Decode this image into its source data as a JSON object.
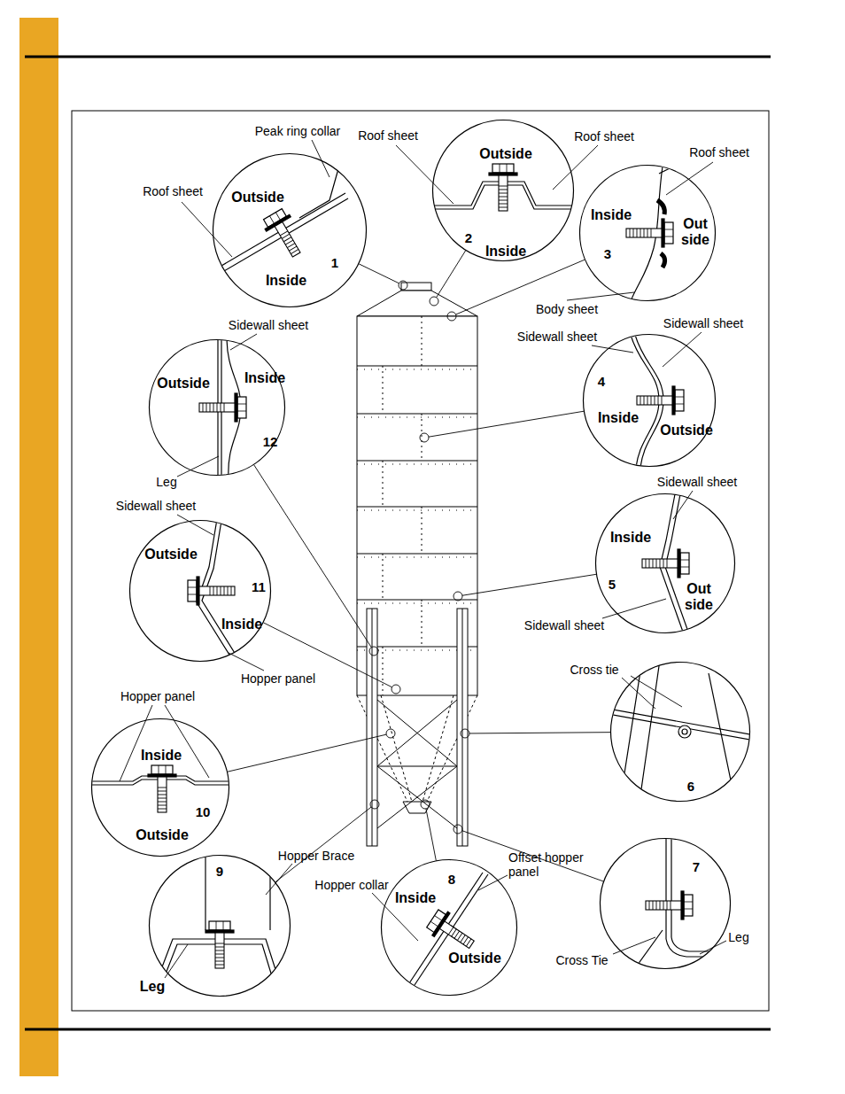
{
  "diagram": {
    "nodes": [
      {
        "text": [
          "Outside",
          "Inside",
          "1"
        ]
      },
      {
        "text": [
          "Outside",
          "2",
          "Inside"
        ]
      },
      {
        "text": [
          "Inside",
          "Out side",
          "3"
        ]
      },
      {
        "text": [
          "Outside",
          "Inside",
          "12"
        ]
      },
      {
        "text": [
          "4",
          "Inside",
          "Outside"
        ]
      },
      {
        "text": [
          "Outside",
          "11",
          "Inside"
        ]
      },
      {
        "text": [
          "Inside",
          "5",
          "Out side"
        ]
      },
      {
        "text": [
          "Inside",
          "10",
          "Outside"
        ]
      },
      {
        "text": [
          "6"
        ]
      },
      {
        "text": [
          "9"
        ]
      },
      {
        "text": [
          "Inside",
          "8",
          "Outside"
        ]
      },
      {
        "text": [
          "7"
        ]
      }
    ],
    "labels": [
      "Peak ring collar",
      "Roof sheet",
      "Roof sheet",
      "Roof sheet",
      "Roof sheet",
      "Body sheet",
      "Sidewall sheet",
      "Sidewall sheet",
      "Sidewall sheet",
      "Leg",
      "Sidewall sheet",
      "Sidewall sheet",
      "Sidewall sheet",
      "Hopper panel",
      "Cross tie",
      "Hopper panel",
      "Hopper Brace",
      "Offset hopper panel",
      "Hopper collar",
      "Leg",
      "Cross Tie",
      "Leg"
    ]
  }
}
